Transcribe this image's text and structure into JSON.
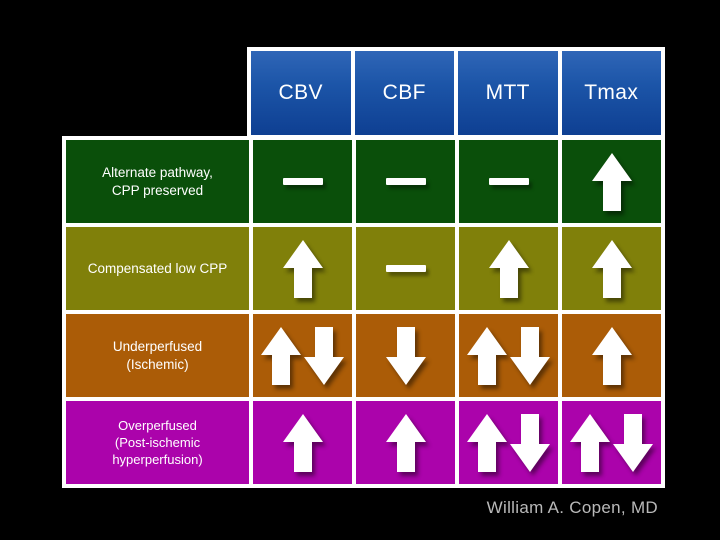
{
  "slide": {
    "background_color": "#000000",
    "frame_color": "#ffffff",
    "attribution": "William A. Copen, MD"
  },
  "table": {
    "corner_label": "",
    "column_headers": [
      {
        "label": "CBV"
      },
      {
        "label": "CBF"
      },
      {
        "label": "MTT"
      },
      {
        "label": "Tmax"
      }
    ],
    "header_color": "#1c55a8",
    "rows": [
      {
        "label": "Alternate pathway,\nCPP preserved",
        "label_line1": "Alternate pathway,",
        "label_line2": "CPP preserved",
        "label_line3": "",
        "color": "#0a4f0a",
        "color_name": "dark-green",
        "cells": [
          {
            "column": "CBV",
            "glyphs": [
              "dash"
            ]
          },
          {
            "column": "CBF",
            "glyphs": [
              "dash"
            ]
          },
          {
            "column": "MTT",
            "glyphs": [
              "dash"
            ]
          },
          {
            "column": "Tmax",
            "glyphs": [
              "up"
            ]
          }
        ]
      },
      {
        "label": "Compensated low CPP",
        "label_line1": "Compensated low CPP",
        "label_line2": "",
        "label_line3": "",
        "color": "#80800a",
        "color_name": "olive",
        "cells": [
          {
            "column": "CBV",
            "glyphs": [
              "up"
            ]
          },
          {
            "column": "CBF",
            "glyphs": [
              "dash"
            ]
          },
          {
            "column": "MTT",
            "glyphs": [
              "up"
            ]
          },
          {
            "column": "Tmax",
            "glyphs": [
              "up"
            ]
          }
        ]
      },
      {
        "label": "Underperfused\n(Ischemic)",
        "label_line1": "Underperfused",
        "label_line2": "(Ischemic)",
        "label_line3": "",
        "color": "#ab5c07",
        "color_name": "brown",
        "cells": [
          {
            "column": "CBV",
            "glyphs": [
              "up",
              "down"
            ]
          },
          {
            "column": "CBF",
            "glyphs": [
              "down"
            ]
          },
          {
            "column": "MTT",
            "glyphs": [
              "up",
              "down"
            ]
          },
          {
            "column": "Tmax",
            "glyphs": [
              "up"
            ]
          }
        ]
      },
      {
        "label": "Overperfused\n(Post-ischemic\nhyperperfusion)",
        "label_line1": "Overperfused",
        "label_line2": "(Post-ischemic",
        "label_line3": "hyperperfusion)",
        "color": "#ab03ab",
        "color_name": "magenta",
        "cells": [
          {
            "column": "CBV",
            "glyphs": [
              "up"
            ]
          },
          {
            "column": "CBF",
            "glyphs": [
              "up"
            ]
          },
          {
            "column": "MTT",
            "glyphs": [
              "up",
              "down"
            ]
          },
          {
            "column": "Tmax",
            "glyphs": [
              "up",
              "down"
            ]
          }
        ]
      }
    ],
    "glyph_legend": {
      "up": "up-arrow",
      "down": "down-arrow",
      "dash": "horizontal-dash"
    }
  }
}
